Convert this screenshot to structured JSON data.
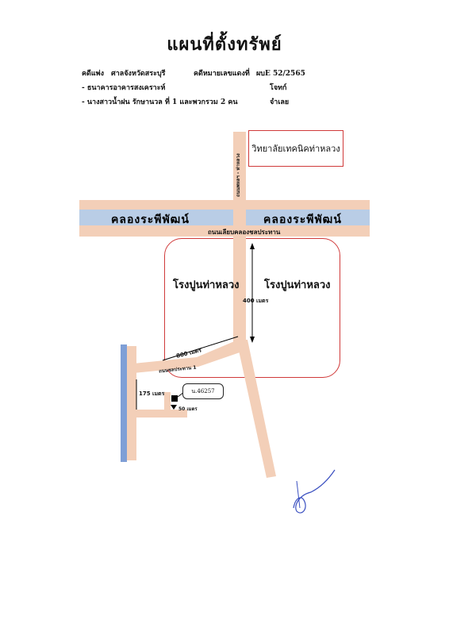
{
  "title": "แผนที่ตั้งทรัพย์",
  "header": {
    "case_label": "คดีแพ่ง",
    "court": "ศาลจังหวัดสระบุรี",
    "case_no_label": "คดีหมายเลขแดงที่",
    "case_no": "ผบE  52/2565",
    "plaintiff": "- ธนาคารอาคารสงเคราะห์",
    "plaintiff_role": "โจทก์",
    "defendant": "- นางสาวน้ำฝน  รักษานวล  ที่ 1  และพวกรวม  2  คน",
    "defendant_role": "จำเลย"
  },
  "map": {
    "college": "วิทยาลัยเทคนิคท่าหลวง",
    "vertical_road": "ถนนพหลฯ - ท่าหลวง",
    "canal_left": "คลองระพีพัฒน์",
    "canal_right": "คลองระพีพัฒน์",
    "canal_road": "ถนนเลียบคลองชลประทาน",
    "factory_left": "โรงปูนท่าหลวง",
    "factory_right": "โรงปูนท่าหลวง",
    "dist_400": "400 เมตร",
    "dist_800": "800 เมตร",
    "side_road": "ถนนชลประทาน 1",
    "dist_175": "175 เมตร",
    "dist_50": "50 เมตร",
    "parcel": "น.46257"
  },
  "colors": {
    "road": "#f3cfb8",
    "canal": "#b9cde6",
    "boundary_red": "#d03a3a",
    "signature_blue": "#3a4fc0"
  }
}
